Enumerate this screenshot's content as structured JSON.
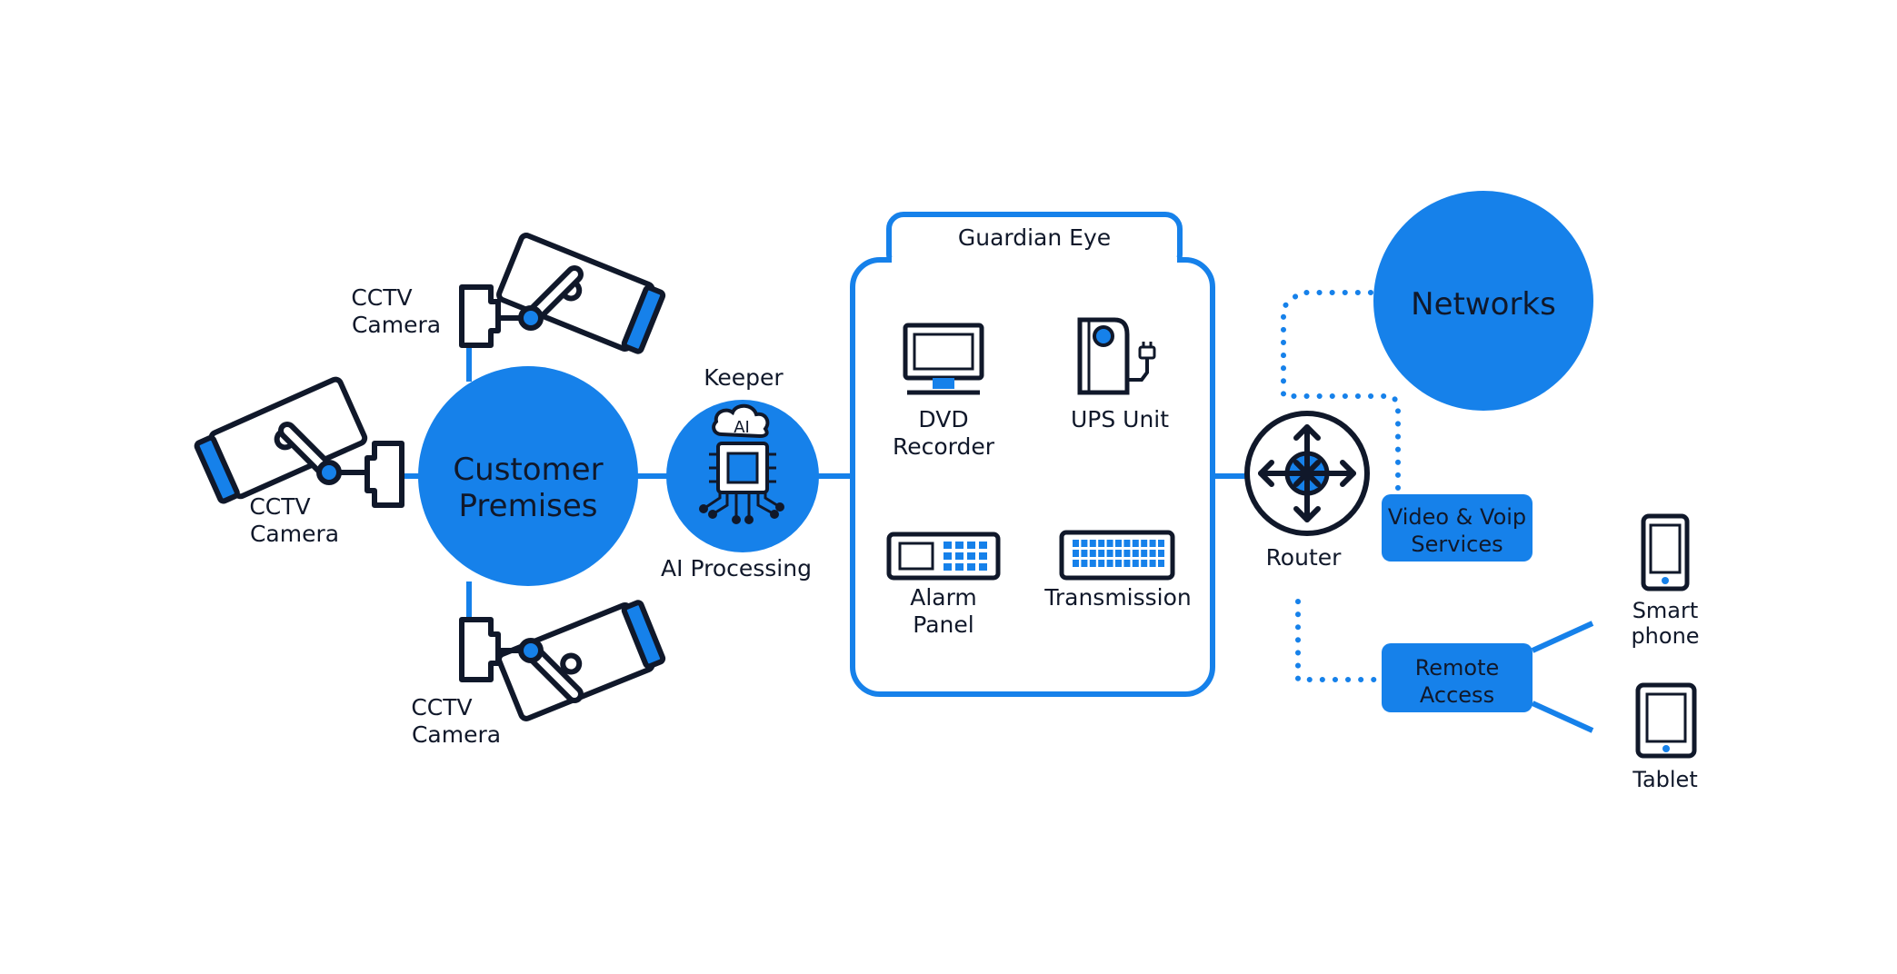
{
  "camera_label_line1": "CCTV",
  "camera_label_line2": "Camera",
  "customer_premises": {
    "line1": "Customer",
    "line2": "Premises"
  },
  "keeper": {
    "title": "Keeper",
    "chip_text": "AI",
    "caption": "AI Processing"
  },
  "guardian_eye": {
    "title": "Guardian Eye",
    "dvd": {
      "line1": "DVD",
      "line2": "Recorder"
    },
    "ups": "UPS Unit",
    "alarm": {
      "line1": "Alarm",
      "line2": "Panel"
    },
    "transmission": "Transmission"
  },
  "networks": "Networks",
  "router": "Router",
  "video_voip": {
    "line1": "Video & Voip",
    "line2": "Services"
  },
  "remote_access": {
    "line1": "Remote",
    "line2": "Access"
  },
  "smartphone": {
    "line1": "Smart",
    "line2": "phone"
  },
  "tablet": "Tablet",
  "colors": {
    "accent": "#1681ea",
    "dark": "#10182a"
  },
  "icons": [
    "cctv-camera-icon",
    "ai-chip-icon",
    "monitor-icon",
    "ups-icon",
    "alarm-panel-icon",
    "keyboard-icon",
    "router-icon",
    "smartphone-icon",
    "tablet-icon"
  ]
}
